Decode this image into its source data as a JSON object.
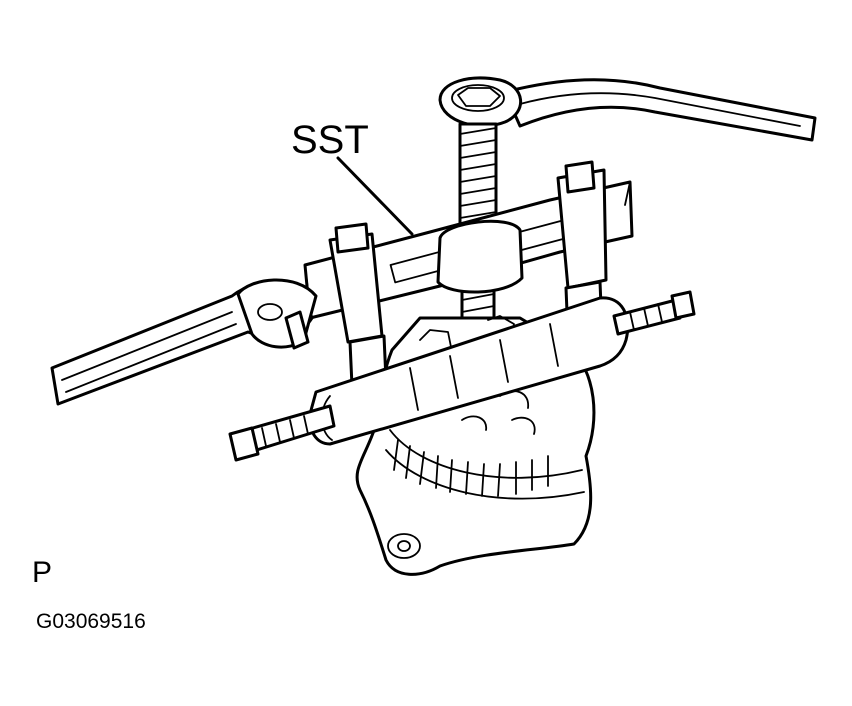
{
  "labels": {
    "sst": "SST",
    "view": "P",
    "figure_code": "G03069516"
  },
  "parts": {
    "tool": "puller-tool",
    "handle": "ring-wrench-handle",
    "adjustable_wrench": "adjustable-wrench",
    "alternator": "alternator-body",
    "bolt": "long-bolt"
  }
}
